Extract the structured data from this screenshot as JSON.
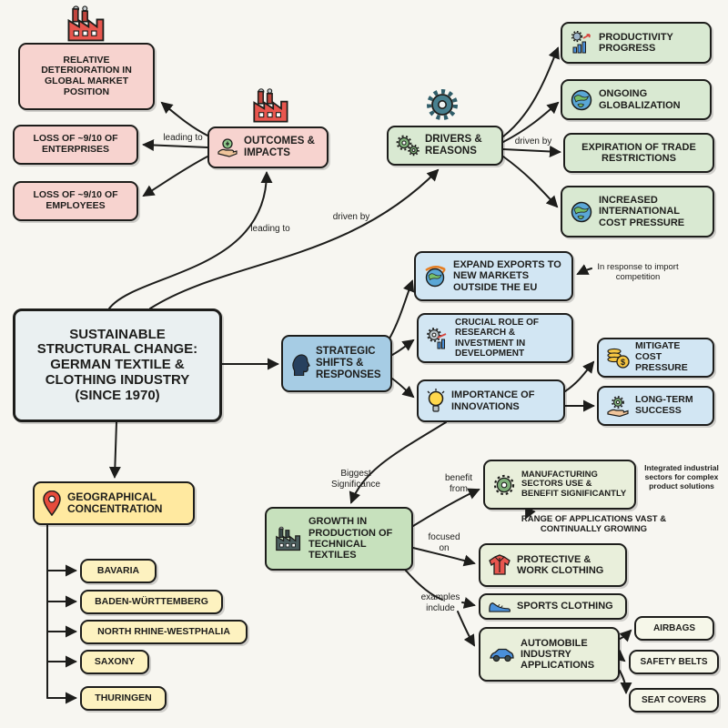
{
  "central": {
    "label": "SUSTAINABLE STRUCTURAL CHANGE: GERMAN TEXTILE & CLOTHING INDUSTRY (SINCE 1970)"
  },
  "outcomes": {
    "label": "OUTCOMES & IMPACTS",
    "children": {
      "deterioration": "RELATIVE DETERIORATION IN GLOBAL MARKET POSITION",
      "enterprises": "LOSS OF ~9/10 OF ENTERPRISES",
      "employees": "LOSS OF ~9/10 OF EMPLOYEES"
    }
  },
  "drivers": {
    "label": "DRIVERS & REASONS",
    "children": {
      "productivity": "PRODUCTIVITY PROGRESS",
      "globalization": "ONGOING GLOBALIZATION",
      "trade_restrictions": "EXPIRATION OF TRADE RESTRICTIONS",
      "cost_pressure": "INCREASED INTERNATIONAL COST PRESSURE"
    }
  },
  "strategic": {
    "label": "STRATEGIC SHIFTS & RESPONSES",
    "children": {
      "exports": "EXPAND EXPORTS TO NEW MARKETS OUTSIDE THE EU",
      "research": "CRUCIAL ROLE OF RESEARCH & INVESTMENT IN DEVELOPMENT",
      "innovations": "IMPORTANCE OF INNOVATIONS",
      "mitigate": "MITIGATE COST PRESSURE",
      "long_term": "LONG-TERM SUCCESS"
    }
  },
  "geography": {
    "label": "GEOGRAPHICAL CONCENTRATION",
    "regions": [
      "BAVARIA",
      "BADEN-WÜRTTEMBERG",
      "NORTH RHINE-WESTPHALIA",
      "SAXONY",
      "THURINGEN"
    ]
  },
  "growth": {
    "label": "GROWTH IN PRODUCTION OF TECHNICAL TEXTILES",
    "children": {
      "manufacturing": "MANUFACTURING SECTORS USE & BENEFIT SIGNIFICANTLY",
      "protective": "PROTECTIVE & WORK CLOTHING",
      "sports": "SPORTS CLOTHING",
      "automobile": "AUTOMOBILE INDUSTRY APPLICATIONS",
      "airbags": "AIRBAGS",
      "safety_belts": "SAFETY BELTS",
      "seat_covers": "SEAT COVERS"
    }
  },
  "edge_labels": {
    "leading_to_top": "leading to",
    "leading_to_central": "leading to",
    "driven_by_central": "driven by",
    "driven_by_right": "driven by",
    "import_competition": "In response to import competition",
    "biggest_significance": "Biggest Significance",
    "benefit_from": "benefit from",
    "focused_on": "focused on",
    "examples_include": "examples include"
  },
  "annotations": {
    "integrated_sectors": "Integrated industrial sectors for complex product solutions",
    "range_growing": "RANGE OF APPLICATIONS VAST & CONTINUALLY GROWING"
  },
  "colors": {
    "background": "#f7f6f1",
    "outline": "#1d1d1b",
    "pink": "#f7d3cf",
    "green": "#d9e9d2",
    "green_dark": "#c7e1bd",
    "pale_green": "#e9efdb",
    "blue": "#a6cce4",
    "light_blue": "#d2e6f3",
    "yellow": "#ffe9a0",
    "pale_yellow": "#fdf2c0",
    "central": "#eaf0f1"
  }
}
